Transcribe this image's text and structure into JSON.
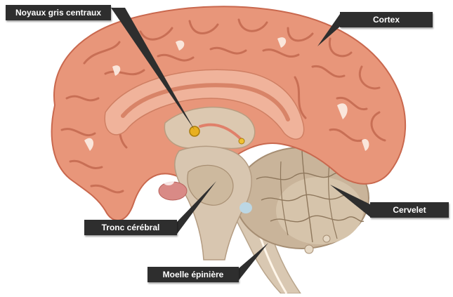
{
  "labels": {
    "noyaux": "Noyaux gris centraux",
    "cortex": "Cortex",
    "cervelet": "Cervelet",
    "tronc": "Tronc cérébral",
    "moelle": "Moelle épinière"
  },
  "colors": {
    "cortex": "#e8967a",
    "cortex_dark": "#c9684e",
    "inner": "#f1b49c",
    "brainstem": "#d8c6b0",
    "cerebellum": "#c6b29a",
    "nucleus": "#e8b020",
    "label_bg": "#2e2e2e",
    "label_text": "#ffffff"
  }
}
